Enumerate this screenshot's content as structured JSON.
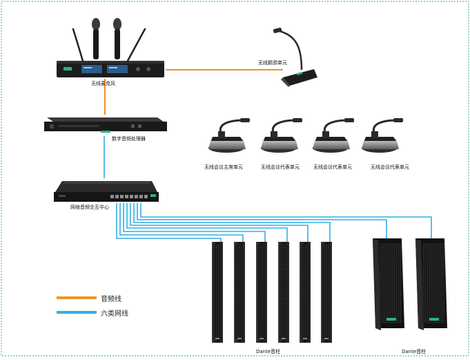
{
  "labels": {
    "wireless_mic": "无线麦克风",
    "gooseneck_unit": "无线鹅颈单元",
    "dsp": "数字音频处理器",
    "network_hub": "网络音频交互中心",
    "chair_unit": "无线会议主席单元",
    "delegate_unit_1": "无线会议代表单元",
    "delegate_unit_2": "无线会议代表单元",
    "delegate_unit_3": "无线会议代表单元",
    "dante_column_1": "Dante音柱",
    "dante_column_2": "Dante音柱"
  },
  "legend": [
    {
      "label": "音频线",
      "color": "#f0922b"
    },
    {
      "label": "六类网线",
      "color": "#31aee3"
    }
  ],
  "colors": {
    "audio": "#f0922b",
    "network": "#31aee3",
    "border": "#27b28a",
    "device": "#1c1c1c"
  }
}
